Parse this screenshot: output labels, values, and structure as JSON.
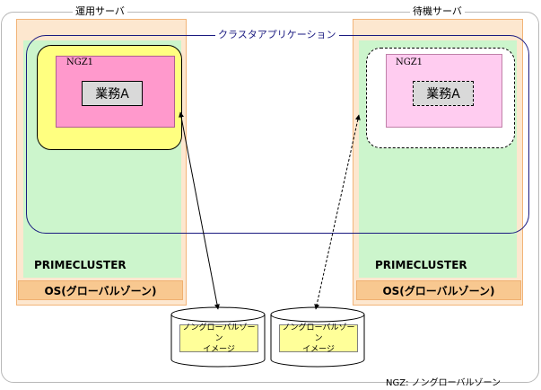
{
  "active_server": {
    "title": "運用サーバ",
    "ngz_label": "NGZ1",
    "job_label": "業務A",
    "cluster_software": "PRIMECLUSTER",
    "os_label": "OS(グローバルゾーン)"
  },
  "standby_server": {
    "title": "待機サーバ",
    "ngz_label": "NGZ1",
    "job_label": "業務A",
    "cluster_software": "PRIMECLUSTER",
    "os_label": "OS(グローバルゾーン)"
  },
  "cluster_application": "クラスタアプリケーション",
  "disks": [
    {
      "line1": "ノングローバルゾーン",
      "line2": "イメージ"
    },
    {
      "line1": "ノングローバルゾーン",
      "line2": "イメージ"
    }
  ],
  "footnote": "NGZ: ノングローバルゾーン",
  "colors": {
    "ngz_active_fill": "#ff99cc",
    "ngz_standby_fill": "#ffccf0",
    "server_fill": "#fde7cf",
    "green": "#ccf5cc",
    "yellow": "#ffff80",
    "cluster_border": "#1a1a80"
  }
}
